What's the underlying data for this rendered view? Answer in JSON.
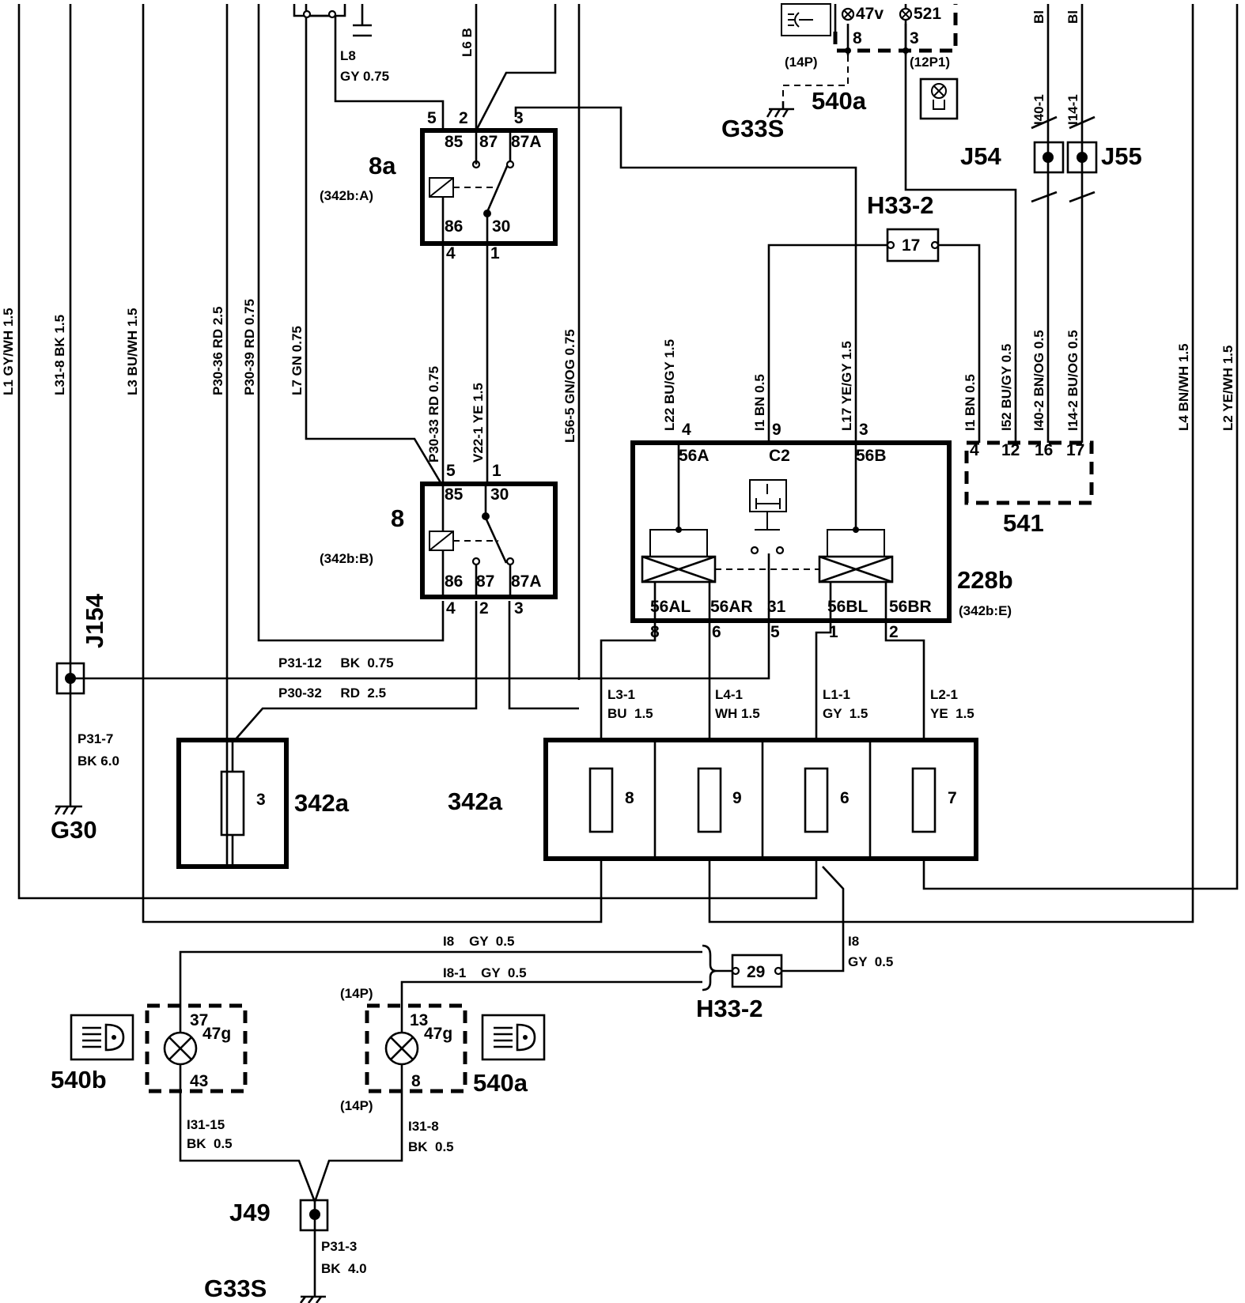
{
  "components": {
    "relay_8a": {
      "name": "8a",
      "ref": "(342b:A)",
      "pins": [
        "85",
        "87",
        "87A",
        "86",
        "30"
      ],
      "connectors": [
        "5",
        "2",
        "3",
        "4",
        "1"
      ]
    },
    "relay_8": {
      "name": "8",
      "ref": "(342b:B)",
      "pins": [
        "85",
        "30",
        "86",
        "87",
        "87A"
      ],
      "connectors": [
        "5",
        "1",
        "4",
        "2",
        "3"
      ]
    },
    "module_228b": {
      "name": "228b",
      "ref": "(342b:E)",
      "pins_top": [
        "56A",
        "C2",
        "56B"
      ],
      "pins_bottom": [
        "56AL",
        "56AR",
        "31",
        "56BL",
        "56BR"
      ],
      "conn_top": [
        "4",
        "9",
        "3"
      ],
      "conn_bottom": [
        "8",
        "6",
        "5",
        "1",
        "2"
      ]
    },
    "connector_541": {
      "name": "541",
      "pins": [
        "4",
        "12",
        "16",
        "17"
      ]
    },
    "fusebox_left": {
      "name": "342a",
      "fuse": "3"
    },
    "fusebox_right": {
      "name": "342a",
      "fuses": [
        "8",
        "9",
        "6",
        "7"
      ]
    },
    "h33_top": {
      "name": "H33-2",
      "pin": "17"
    },
    "h33_bottom": {
      "name": "H33-2",
      "pin": "29"
    },
    "lamp_540b": {
      "name": "540b",
      "pins": [
        "37",
        "47g",
        "43"
      ]
    },
    "lamp_540a_bottom": {
      "name": "540a",
      "pins": [
        "13",
        "47g",
        "8"
      ],
      "conn_top": "(14P)",
      "conn_bottom": "(14P)"
    },
    "lamp_540a_top": {
      "name": "540a",
      "conn": "(14P)",
      "conn2": "(12P1)",
      "pins": [
        "47v",
        "521",
        "8",
        "3"
      ]
    },
    "splices": {
      "j154": "J154",
      "j54": "J54",
      "j55": "J55",
      "j49": "J49"
    },
    "grounds": {
      "g30": "G30",
      "g33s_top": "G33S",
      "g33s_bottom": "G33S"
    }
  },
  "wires": {
    "l1": "L1   GY/WH 1.5",
    "l31_8": "L31-8   BK  1.5",
    "l3": "L3   BU/WH 1.5",
    "p30_36": "P30-36    RD  2.5",
    "p30_39": "P30-39   RD 0.75",
    "l7": "L7   GN 0.75",
    "p30_33": "P30-33    RD 0.75",
    "v22_1": "V22-1    YE  1.5",
    "l56_5": "L56-5    GN/OG 0.75",
    "l22": "L22   BU/GY  1.5",
    "i1_9": "I1    BN 0.5",
    "l17": "L17   YE/GY  1.5",
    "i1_4": "I1    BN  0.5",
    "i52": "I52   BU/GY  0.5",
    "i40_2": "I40-2    BN/OG  0.5",
    "i14_2": "I14-2    BU/OG  0.5",
    "l4": "L4   BN/WH 1.5",
    "l2": "L2   YE/WH 1.5",
    "l6": "L6  B",
    "i40_1": "I40-1",
    "i14_1": "I14-1",
    "bl1": "Bl",
    "bl2": "Bl",
    "l8": "L8",
    "l8_spec": "GY 0.75",
    "p31_12": "P31-12     BK  0.75",
    "p30_32": "P30-32     RD  2.5",
    "p31_7": "P31-7",
    "p31_7_spec": "BK 6.0",
    "l3_1": "L3-1",
    "l3_1_spec": "BU  1.5",
    "l4_1": "L4-1",
    "l4_1_spec": "WH 1.5",
    "l1_1": "L1-1",
    "l1_1_spec": "GY  1.5",
    "l2_1": "L2-1",
    "l2_1_spec": "YE  1.5",
    "i8_top": "I8    GY  0.5",
    "i8_1": "I8-1    GY  0.5",
    "i8_right": "I8",
    "i8_right_spec": "GY  0.5",
    "i31_15": "I31-15",
    "i31_15_spec": "BK  0.5",
    "i31_8": "I31-8",
    "i31_8_spec": "BK  0.5",
    "p31_3": "P31-3",
    "p31_3_spec": "BK  4.0"
  }
}
